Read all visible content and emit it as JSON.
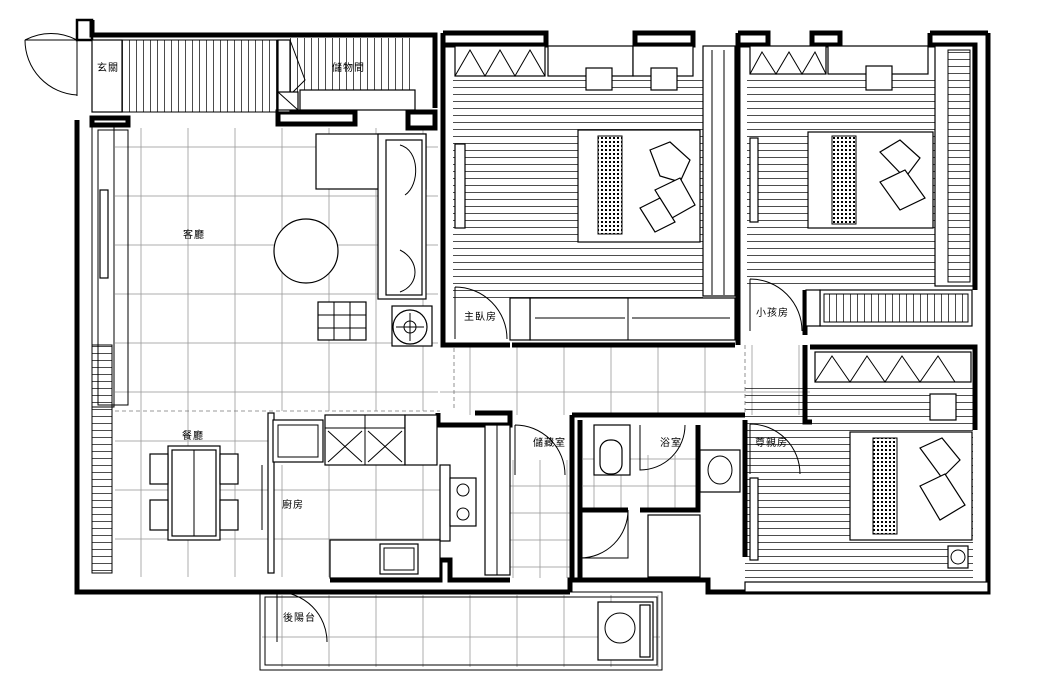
{
  "rooms": {
    "foyer": "玄關",
    "storage": "儲物間",
    "living": "客廳",
    "dining": "餐廳",
    "kitchen": "廚房",
    "master": "主臥房",
    "child": "小孩房",
    "elder": "尊親房",
    "closet": "儲藏室",
    "bath": "浴室",
    "balcony": "後陽台"
  }
}
